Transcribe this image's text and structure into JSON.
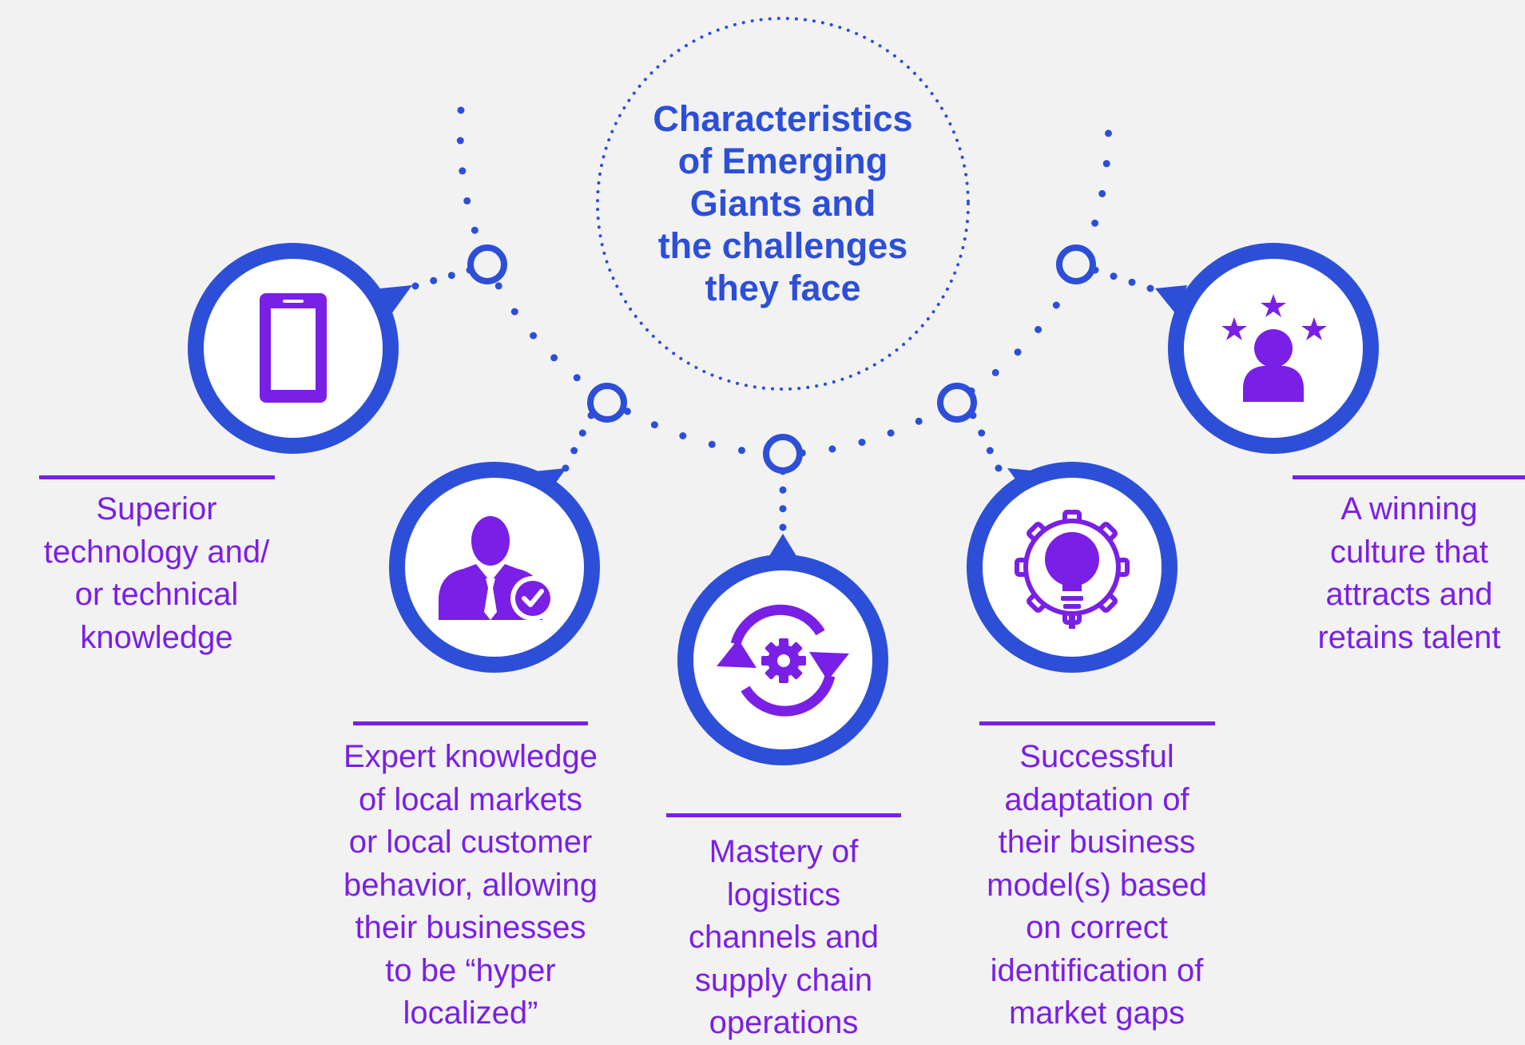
{
  "title": {
    "lines": [
      "Characteristics",
      "of Emerging",
      "Giants and",
      "the challenges",
      "they face"
    ]
  },
  "colors": {
    "background": "#f2f2f2",
    "blue": "#2d4fd8",
    "purple": "#7a1fe6"
  },
  "items": [
    {
      "id": "technology",
      "icon": "smartphone-icon",
      "caption_lines": [
        "Superior",
        "technology and/",
        "or technical",
        "knowledge"
      ]
    },
    {
      "id": "local-knowledge",
      "icon": "businessman-check-icon",
      "caption_lines": [
        "Expert knowledge",
        "of local markets",
        "or local customer",
        "behavior, allowing",
        "their businesses",
        "to be “hyper",
        "localized”"
      ]
    },
    {
      "id": "logistics",
      "icon": "gear-cycle-icon",
      "caption_lines": [
        "Mastery of",
        "logistics",
        "channels and",
        "supply chain",
        "operations"
      ]
    },
    {
      "id": "business-model",
      "icon": "lightbulb-gear-icon",
      "caption_lines": [
        "Successful",
        "adaptation of",
        "their business",
        "model(s) based",
        "on correct",
        "identification of",
        "market gaps"
      ]
    },
    {
      "id": "culture",
      "icon": "person-stars-icon",
      "caption_lines": [
        "A winning",
        "culture that",
        "attracts and",
        "retains talent"
      ]
    }
  ]
}
